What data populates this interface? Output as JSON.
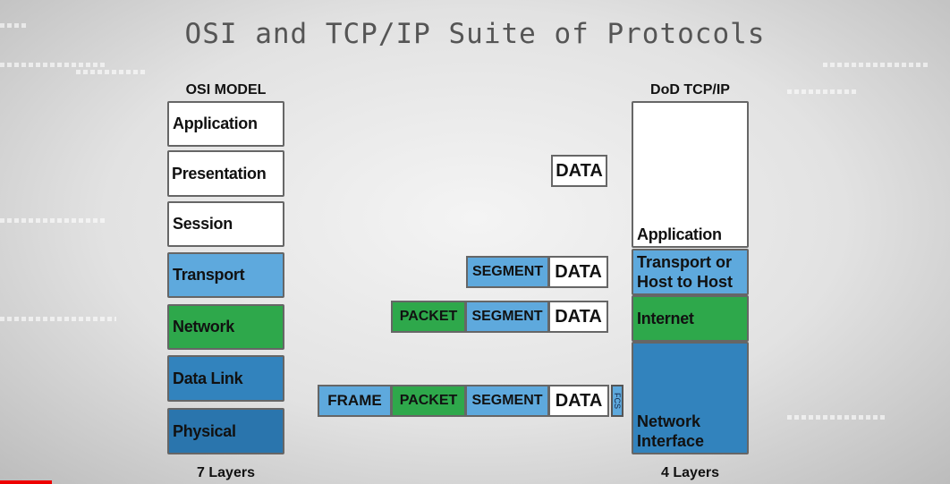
{
  "title": "OSI and TCP/IP Suite of Protocols",
  "osi": {
    "header": "OSI MODEL",
    "footer": "7 Layers",
    "layers": [
      "Application",
      "Presentation",
      "Session",
      "Transport",
      "Network",
      "Data Link",
      "Physical"
    ]
  },
  "dod": {
    "header": "DoD TCP/IP",
    "footer": "4 Layers",
    "layers": [
      "Application",
      "Transport or Host to Host",
      "Internet",
      "Network Interface"
    ]
  },
  "pdu": {
    "data": "DATA",
    "segment": "SEGMENT",
    "packet": "PACKET",
    "frame": "FRAME",
    "fcs": "FCS"
  },
  "colors": {
    "light_blue": "#5ea9dd",
    "green": "#2ea84b",
    "dark_blue": "#3283bd",
    "progress": "#e00000"
  },
  "video_progress_percent": 5.5
}
